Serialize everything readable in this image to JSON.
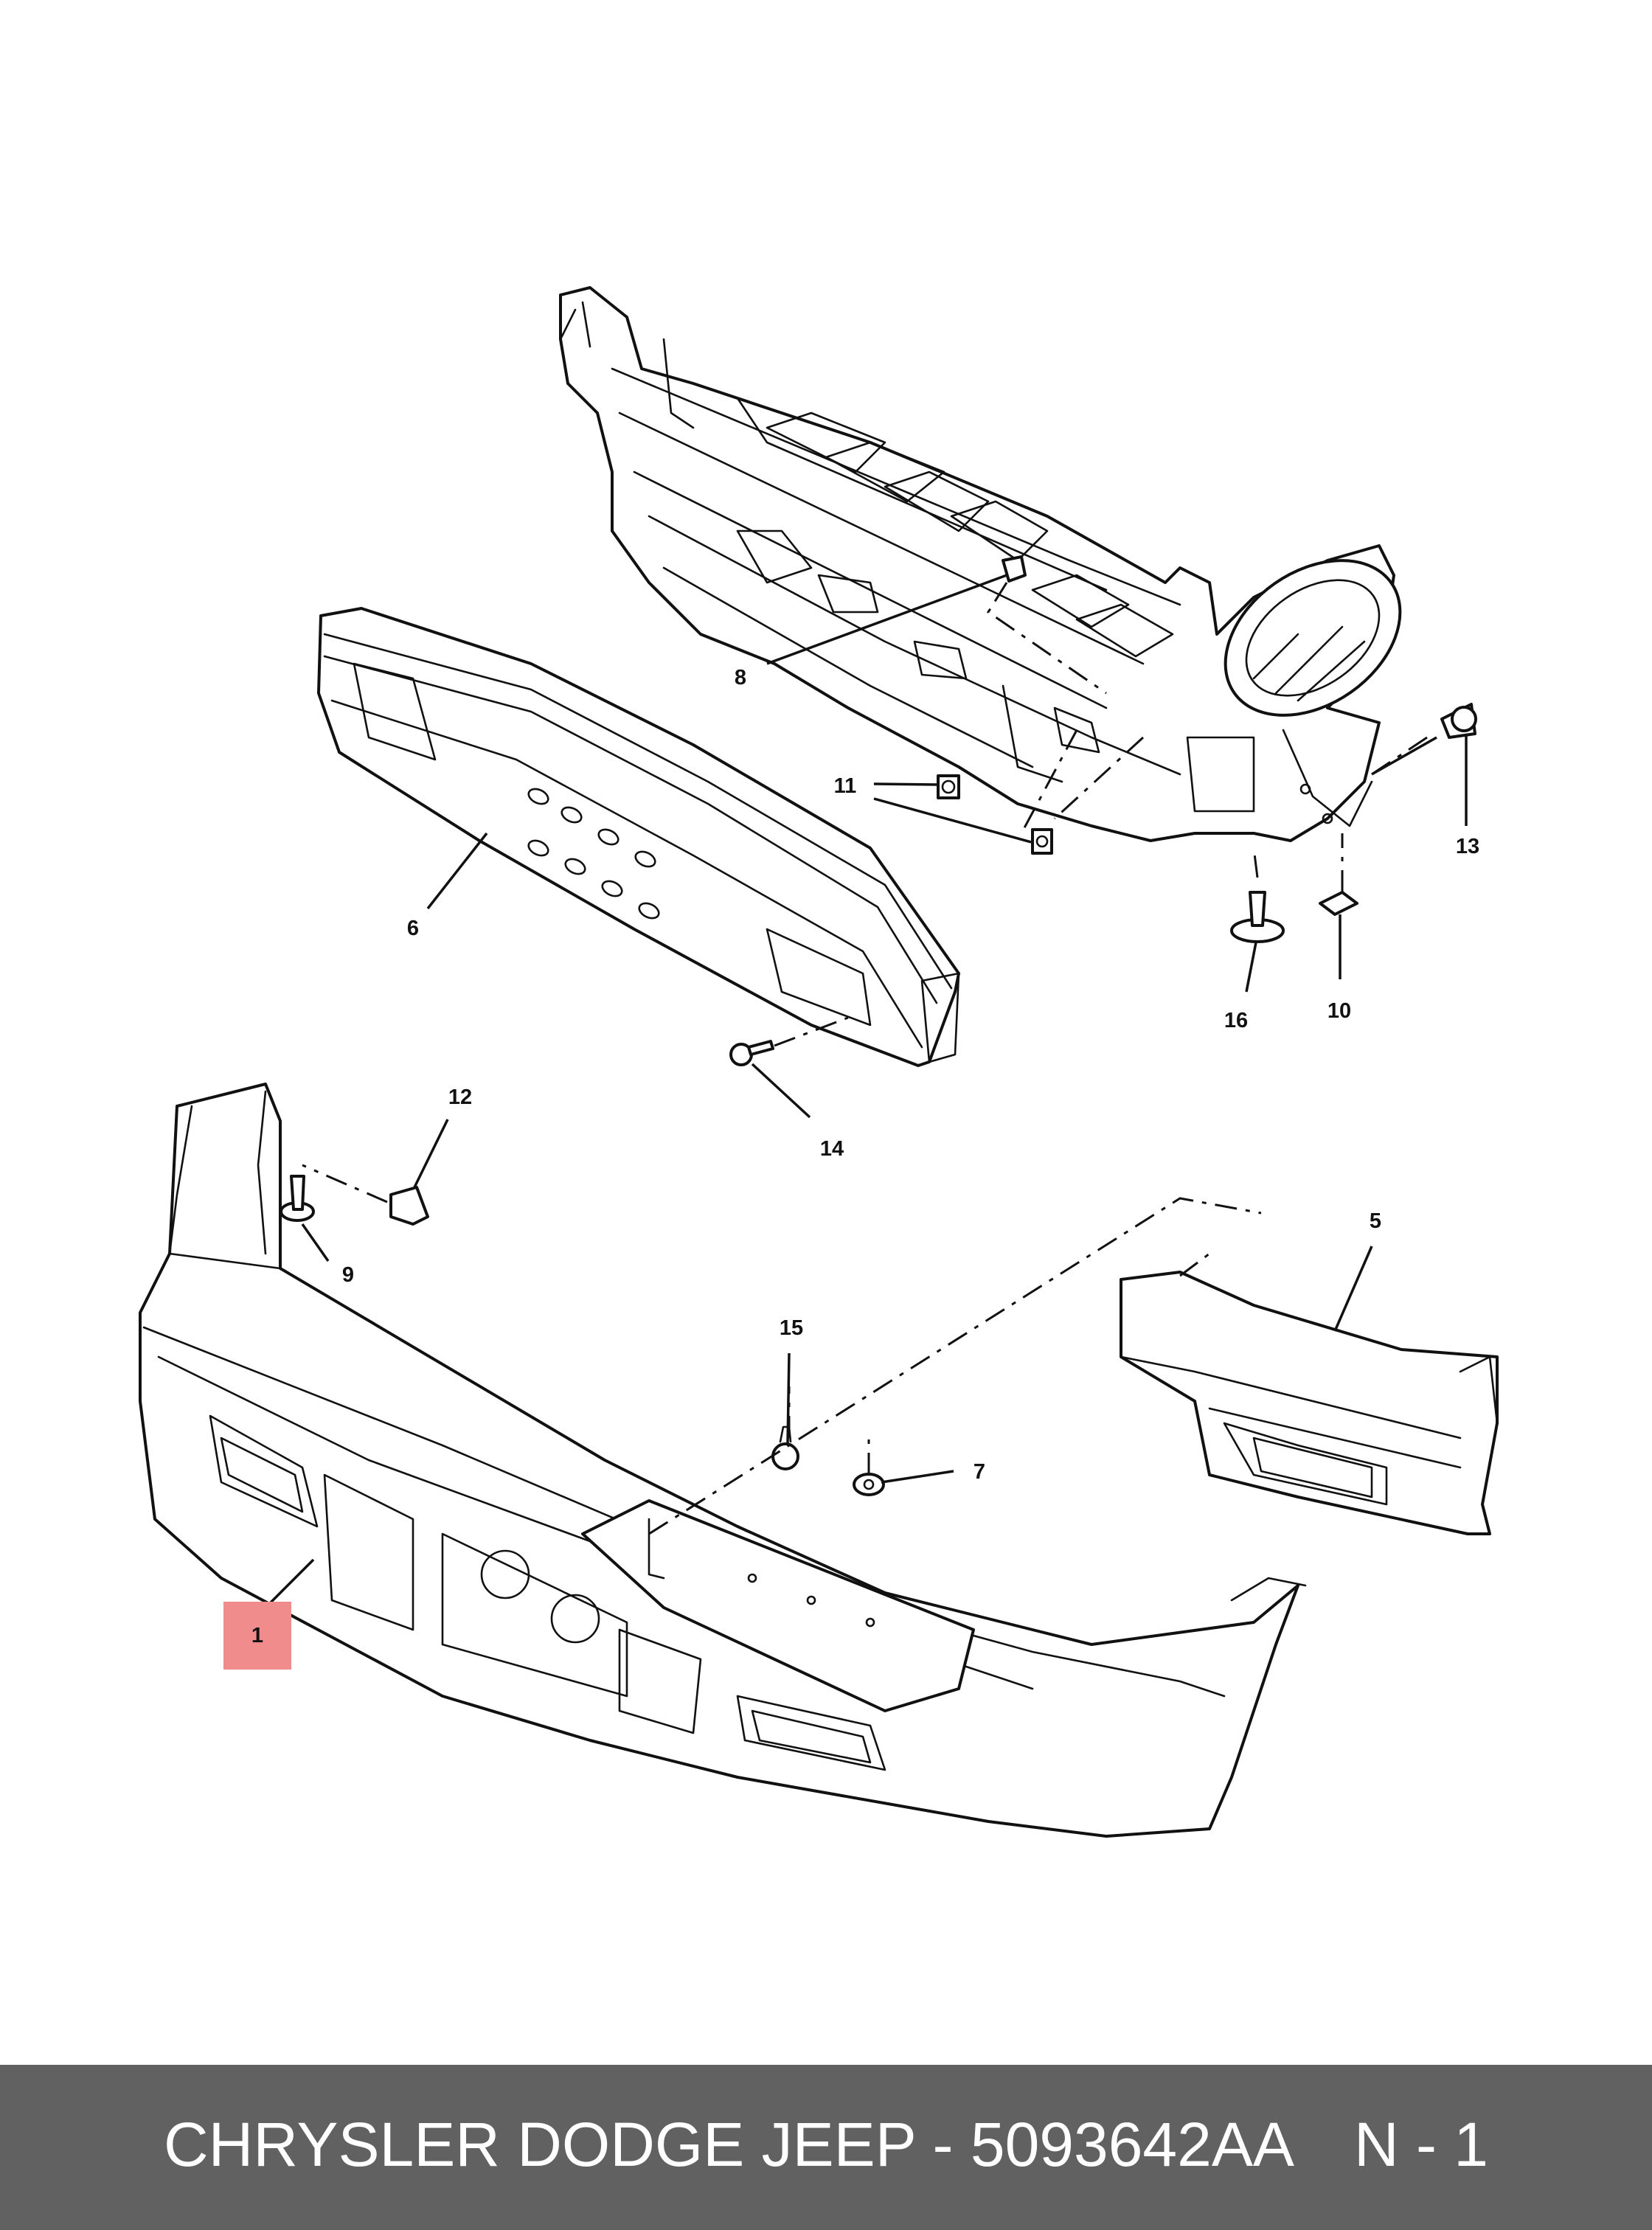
{
  "diagram": {
    "callouts": [
      {
        "id": "c1",
        "label": "1",
        "highlighted": true
      },
      {
        "id": "c5",
        "label": "5"
      },
      {
        "id": "c6",
        "label": "6"
      },
      {
        "id": "c7",
        "label": "7"
      },
      {
        "id": "c8",
        "label": "8"
      },
      {
        "id": "c9",
        "label": "9"
      },
      {
        "id": "c10",
        "label": "10"
      },
      {
        "id": "c11",
        "label": "11"
      },
      {
        "id": "c12",
        "label": "12"
      },
      {
        "id": "c13",
        "label": "13"
      },
      {
        "id": "c14",
        "label": "14"
      },
      {
        "id": "c15",
        "label": "15"
      },
      {
        "id": "c16",
        "label": "16"
      }
    ],
    "highlight_color": "#f08c8c"
  },
  "footer": {
    "title": "CHRYSLER DODGE JEEP - 5093642AA",
    "page": "N - 1",
    "background": "#616161",
    "text_color": "#ffffff"
  }
}
